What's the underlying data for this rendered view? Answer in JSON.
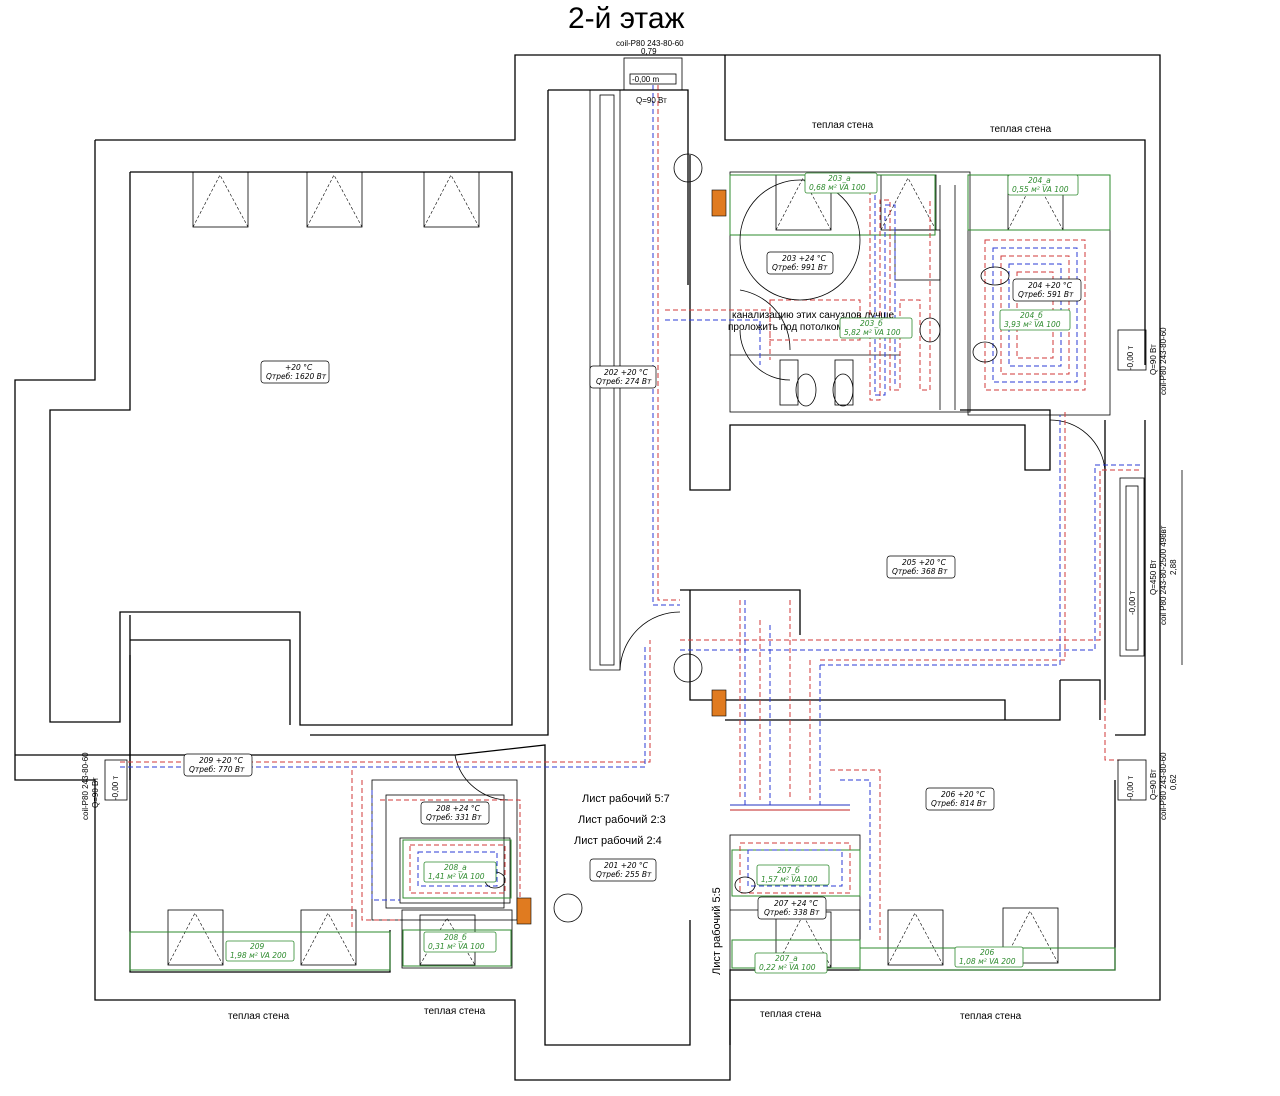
{
  "title": "2-й этаж",
  "warm_wall": "теплая стена",
  "coil_top": {
    "model": "coil-P80 243-80-60",
    "value": "0,79",
    "power": "Q=90 Вт"
  },
  "coil_right_top": {
    "model": "coil-P80 243-80-60",
    "power": "Q=90 Вт"
  },
  "coil_right_mid": {
    "model": "coil P80 243-80-2500 498вт",
    "power": "Q=450 Вт",
    "value": "2,88"
  },
  "coil_right_low": {
    "model": "coil-P80 243-80-60",
    "power": "Q=90 Вт",
    "value": "0,62"
  },
  "coil_left": {
    "model": "coil-P80 243-80-60",
    "power": "Q=90 Вт"
  },
  "note": [
    "канализацию этих санузлов лучше",
    "проложить под потолком"
  ],
  "sheets": {
    "s57": "Лист рабочий 5:7",
    "s23": "Лист рабочий 2:3",
    "s24": "Лист рабочий 2:4",
    "s55": "Лист рабочий 5:5"
  },
  "rooms": [
    {
      "id": "big",
      "line1": "+20 °C",
      "line2": "Qтреб: 1620 Вт"
    },
    {
      "id": "r202",
      "line1": "202   +20 °C",
      "line2": "Qтреб: 274 Вт"
    },
    {
      "id": "r203",
      "line1": "203   +24 °C",
      "line2": "Qтреб: 991 Вт"
    },
    {
      "id": "r204",
      "line1": "204   +20 °C",
      "line2": "Qтреб: 591 Вт"
    },
    {
      "id": "r205",
      "line1": "205   +20 °C",
      "line2": "Qтреб: 368 Вт"
    },
    {
      "id": "r206",
      "line1": "206   +20 °C",
      "line2": "Qтреб: 814 Вт"
    },
    {
      "id": "r207",
      "line1": "207   +24 °C",
      "line2": "Qтреб: 338 Вт"
    },
    {
      "id": "r208",
      "line1": "208   +24 °C",
      "line2": "Qтреб: 331 Вт"
    },
    {
      "id": "r209",
      "line1": "209   +20 °C",
      "line2": "Qтреб: 770 Вт"
    },
    {
      "id": "r201",
      "line1": "201   +20 °C",
      "line2": "Qтреб: 255 Вт"
    }
  ],
  "zones": [
    {
      "id": "z203a",
      "line1": "203_a",
      "line2": "0,68 м²  VA 100"
    },
    {
      "id": "z203b",
      "line1": "203_б",
      "line2": "5,82 м²  VA 100"
    },
    {
      "id": "z204a",
      "line1": "204_a",
      "line2": "0,55 м²  VA 100"
    },
    {
      "id": "z204b",
      "line1": "204_б",
      "line2": "3,93 м²  VA 100"
    },
    {
      "id": "z208a",
      "line1": "208_a",
      "line2": "1,41 м²  VA 100"
    },
    {
      "id": "z208b",
      "line1": "208_б",
      "line2": "0,31 м²  VA 100"
    },
    {
      "id": "z209",
      "line1": "209",
      "line2": "1,98 м²  VA 200"
    },
    {
      "id": "z207b",
      "line1": "207_б",
      "line2": "1,57 м²  VA 100"
    },
    {
      "id": "z207a",
      "line1": "207_a",
      "line2": "0,22 м²  VA 100"
    },
    {
      "id": "z206",
      "line1": "206",
      "line2": "1,08 м²  VA 200"
    }
  ],
  "colors": {
    "supply": "#d23a3a",
    "return": "#2b3bd6",
    "floor_heat": "#2e8b2e",
    "manifold": "#e07b20"
  }
}
